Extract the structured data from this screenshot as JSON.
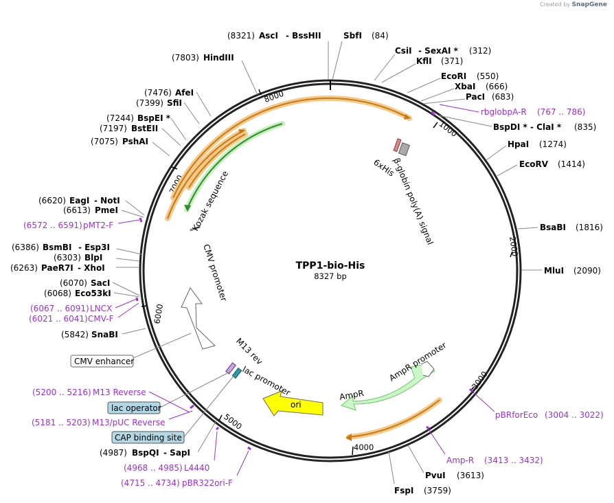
{
  "credit": {
    "prefix": "Created by",
    "brand": "SnapGene"
  },
  "plasmid": {
    "name": "TPP1-bio-His",
    "length_text": "8327 bp",
    "length": 8327
  },
  "scale_ticks": [
    "1000",
    "2000",
    "3000",
    "4000",
    "5000",
    "6000",
    "7000",
    "8000"
  ],
  "enzymes": [
    {
      "pos": "(8321)",
      "name": "AscI",
      "extra": "BssHII",
      "site": 8321
    },
    {
      "pos": "(84)",
      "name": "SbfI",
      "site": 84
    },
    {
      "pos": "(312)",
      "name": "CsiI",
      "extra": "SexAI *",
      "site": 312
    },
    {
      "pos": "(371)",
      "name": "KflI",
      "site": 371
    },
    {
      "pos": "(550)",
      "name": "EcoRI",
      "site": 550
    },
    {
      "pos": "(666)",
      "name": "XbaI",
      "site": 666
    },
    {
      "pos": "(683)",
      "name": "PacI",
      "site": 683
    },
    {
      "pos": "(835)",
      "name": "BspDI *",
      "extra": "ClaI *",
      "site": 835
    },
    {
      "pos": "(1274)",
      "name": "HpaI",
      "site": 1274
    },
    {
      "pos": "(1414)",
      "name": "EcoRV",
      "site": 1414
    },
    {
      "pos": "(1816)",
      "name": "BsaBI",
      "site": 1816
    },
    {
      "pos": "(2090)",
      "name": "MluI",
      "site": 2090
    },
    {
      "pos": "(3613)",
      "name": "PvuI",
      "site": 3613
    },
    {
      "pos": "(3759)",
      "name": "FspI",
      "site": 3759
    },
    {
      "pos": "(4987)",
      "name": "BspQI",
      "extra": "SapI",
      "site": 4987
    },
    {
      "pos": "(5842)",
      "name": "SnaBI",
      "site": 5842
    },
    {
      "pos": "(6068)",
      "name": "Eco53kI",
      "site": 6068
    },
    {
      "pos": "(6070)",
      "name": "SacI",
      "site": 6070
    },
    {
      "pos": "(6263)",
      "name": "PaeR7I",
      "extra": "XhoI",
      "site": 6263
    },
    {
      "pos": "(6303)",
      "name": "BlpI",
      "site": 6303
    },
    {
      "pos": "(6386)",
      "name": "BsmBI",
      "extra": "Esp3I",
      "site": 6386
    },
    {
      "pos": "(6613)",
      "name": "PmeI",
      "site": 6613
    },
    {
      "pos": "(6620)",
      "name": "EagI",
      "extra": "NotI",
      "site": 6620
    },
    {
      "pos": "(7075)",
      "name": "PshAI",
      "site": 7075
    },
    {
      "pos": "(7197)",
      "name": "BstEII",
      "site": 7197
    },
    {
      "pos": "(7244)",
      "name": "BspEI *",
      "site": 7244
    },
    {
      "pos": "(7399)",
      "name": "SfiI",
      "site": 7399
    },
    {
      "pos": "(7476)",
      "name": "AfeI",
      "site": 7476
    },
    {
      "pos": "(7803)",
      "name": "HindIII",
      "site": 7803
    }
  ],
  "primers": [
    {
      "name": "rbglobpA-R",
      "range": "(767 .. 786)",
      "site": 776
    },
    {
      "name": "pBRforEco",
      "range": "(3004 .. 3022)",
      "site": 3013
    },
    {
      "name": "Amp-R",
      "range": "(3413 .. 3432)",
      "site": 3422
    },
    {
      "name": "L4440",
      "range": "(4968 .. 4985)",
      "site": 4976
    },
    {
      "name": "pBR322ori-F",
      "range": "(4715 .. 4734)",
      "site": 4724
    },
    {
      "name": "M13/pUC Reverse",
      "range": "(5181 .. 5203)",
      "site": 5192
    },
    {
      "name": "M13 Reverse",
      "range": "(5200 .. 5216)",
      "site": 5208
    },
    {
      "name": "CMV-F",
      "range": "(6021 .. 6041)",
      "site": 6031
    },
    {
      "name": "LNCX",
      "range": "(6067 .. 6091)",
      "site": 6079
    },
    {
      "name": "pMT2-F",
      "range": "(6572 .. 6591)",
      "site": 6581
    }
  ],
  "features": [
    {
      "name": "AmpR",
      "kind": "CDS",
      "color": "#ccf5c8"
    },
    {
      "name": "AmpR promoter",
      "kind": "promoter",
      "color": "#ffffff"
    },
    {
      "name": "ori",
      "kind": "rep_origin",
      "color": "#ffff00"
    },
    {
      "name": "lac promoter",
      "kind": "promoter",
      "color": "#ffffff"
    },
    {
      "name": "M13 rev",
      "kind": "primer_bind",
      "color": "#c3a5d8"
    },
    {
      "name": "CMV promoter",
      "kind": "promoter",
      "color": "#ffffff"
    },
    {
      "name": "Kozak sequence",
      "kind": "misc",
      "color": "#888888"
    },
    {
      "name": "6xHis",
      "kind": "tag",
      "color": "#e08888"
    },
    {
      "name": "β-globin poly(A) signal",
      "kind": "polyA",
      "color": "#aaaaaa"
    }
  ],
  "boxed_features": [
    {
      "name": "CMV enhancer",
      "color": "#ffffff"
    },
    {
      "name": "lac operator",
      "color": "#b2d8e6"
    },
    {
      "name": "CAP binding site",
      "color": "#b2d8e6"
    }
  ]
}
